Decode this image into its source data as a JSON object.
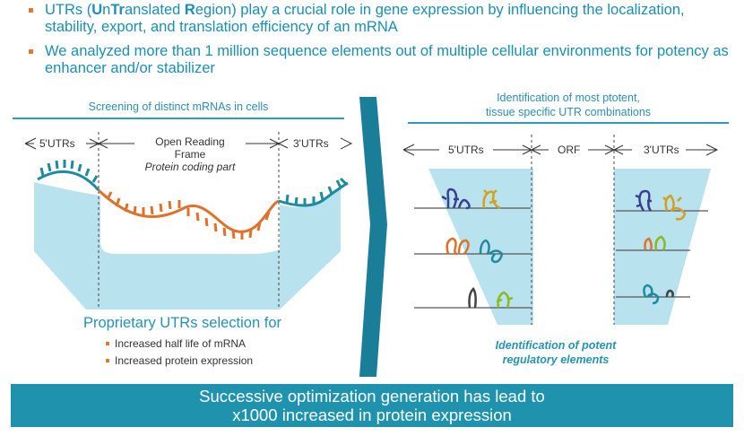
{
  "bullets": [
    {
      "pre": "UTRs (",
      "b1": "U",
      "m1": "n",
      "b2": "Tr",
      "m2": "anslated ",
      "b3": "R",
      "post": "egion) play a crucial role in gene expression by influencing the localization, stability, export, and translation efficiency of an mRNA"
    },
    {
      "pre": "We analyzed more than 1 million sequence elements out of multiple cellular environments for potency as enhancer and/or stabilizer"
    }
  ],
  "left_panel": {
    "heading": "Screening of distinct mRNAs in cells",
    "label_5utr": "5'UTRs",
    "label_3utr": "3'UTRs",
    "orf_line1": "Open Reading",
    "orf_line2": "Frame",
    "orf_line3": "Protein coding part",
    "selection_title": "Proprietary UTRs selection for",
    "selection_items": [
      "Increased half life of mRNA",
      "Increased protein expression"
    ]
  },
  "right_panel": {
    "heading_line1": "Identification of most ptotent,",
    "heading_line2": "tissue specific UTR combinations",
    "label_5utr": "5'UTRs",
    "label_orf": "ORF",
    "label_3utr": "3'UTRs",
    "caption_line1": "Identification of potent",
    "caption_line2": "regulatory elements"
  },
  "banner": {
    "line1": "Successive optimization generation has lead to",
    "line2": "x1000 increased in protein expression"
  },
  "colors": {
    "teal": "#1f93ad",
    "light_blue": "#b8e2ed",
    "orange": "#e0702a",
    "text_blue": "#1a8fb3",
    "bullet_orange": "#e07a2e"
  }
}
